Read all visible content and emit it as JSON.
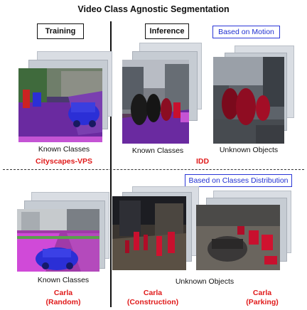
{
  "title": "Video Class Agnostic Segmentation",
  "headers": {
    "training": "Training",
    "inference": "Inference",
    "motion": "Based on Motion",
    "classes": "Based on Classes Distribution"
  },
  "top": {
    "training_caption": "Known Classes",
    "training_dataset": "Cityscapes-VPS",
    "idd_known_caption": "Known Classes",
    "idd_unknown_caption": "Unknown Objects",
    "idd_dataset": "IDD"
  },
  "bottom": {
    "training_caption": "Known Classes",
    "training_dataset_1": "Carla",
    "training_dataset_2": "(Random)",
    "inference_caption": "Unknown Objects",
    "construction_1": "Carla",
    "construction_2": "(Construction)",
    "parking_1": "Carla",
    "parking_2": "(Parking)"
  },
  "colors": {
    "accent_red": "#e01a1a",
    "accent_blue": "#1f2fd1",
    "seg_purple": "#6a2aa0",
    "seg_magenta": "#d04ad8",
    "seg_blue": "#2b2fd6",
    "seg_red": "#c8102e"
  }
}
